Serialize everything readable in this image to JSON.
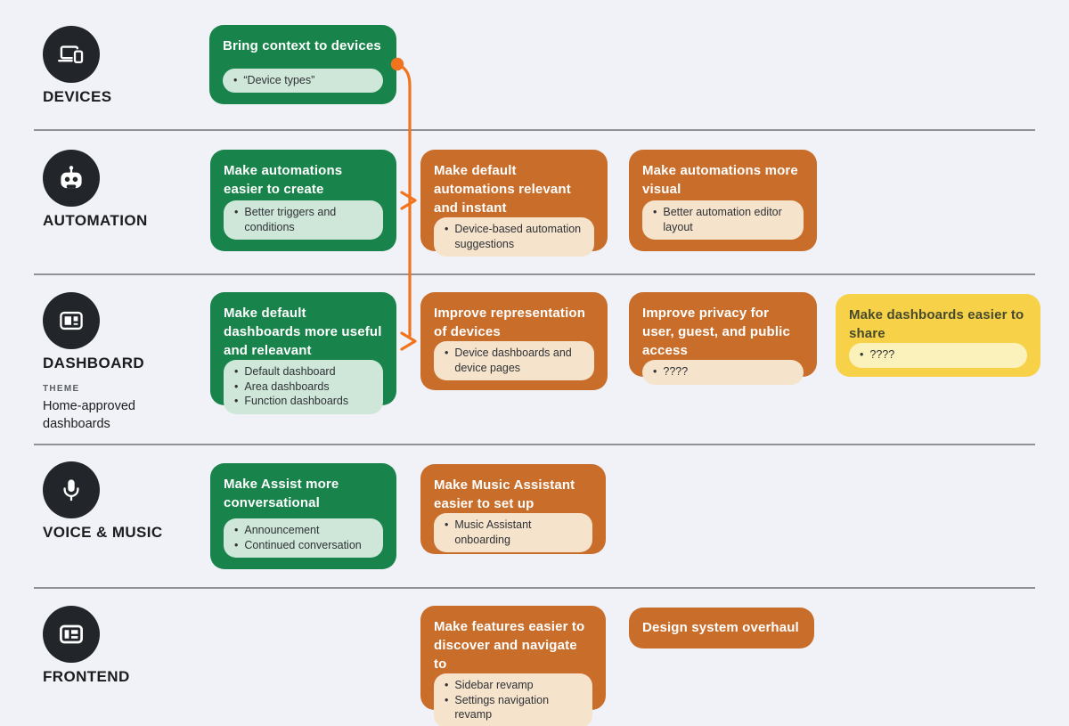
{
  "colors": {
    "bg": "#f0f2f7",
    "green": "#18834a",
    "greenPill": "#cfe7d9",
    "orange": "#c96d2a",
    "orangePill": "#f5e3cb",
    "yellow": "#f7d147",
    "yellowPill": "#fbf2bb",
    "yellowTitle": "#474a2c",
    "connector": "#f2731d",
    "circle": "#22262a",
    "label": "#1a1c1e",
    "themeLabel": "#5c6064",
    "separator": "#8e9196",
    "pillText": "#2f3136"
  },
  "rows": [
    {
      "id": "devices",
      "label": "DEVICES",
      "icon": "devices-icon",
      "cards": [
        {
          "variant": "green",
          "title": "Bring context to devices",
          "bullets": [
            "“Device types”"
          ]
        }
      ]
    },
    {
      "id": "automation",
      "label": "AUTOMATION",
      "icon": "robot-icon",
      "cards": [
        {
          "variant": "green",
          "title": "Make automations easier to create",
          "bullets": [
            "Better triggers and conditions"
          ]
        },
        {
          "variant": "orange",
          "title": "Make default automations relevant and instant",
          "bullets": [
            "Device-based automation suggestions"
          ]
        },
        {
          "variant": "orange",
          "title": "Make automations more visual",
          "bullets": [
            "Better automation editor layout"
          ]
        }
      ]
    },
    {
      "id": "dashboard",
      "label": "DASHBOARD",
      "icon": "dashboard-icon",
      "theme_label": "THEME",
      "theme_name": "Home-approved dashboards",
      "cards": [
        {
          "variant": "green",
          "title": "Make default dashboards more useful and releavant",
          "bullets": [
            "Default dashboard",
            "Area dashboards",
            "Function dashboards"
          ]
        },
        {
          "variant": "orange",
          "title": "Improve representation of devices",
          "bullets": [
            "Device dashboards and device pages"
          ]
        },
        {
          "variant": "orange",
          "title": "Improve privacy for user, guest, and public access",
          "bullets": [
            "????"
          ]
        },
        {
          "variant": "yellow",
          "title": "Make dashboards easier to share",
          "bullets": [
            "????"
          ]
        }
      ]
    },
    {
      "id": "voice-music",
      "label": "VOICE & MUSIC",
      "icon": "microphone-icon",
      "cards": [
        {
          "variant": "green",
          "title": "Make Assist more conversational",
          "bullets": [
            "Announcement",
            "Continued conversation"
          ]
        },
        {
          "variant": "orange",
          "title": "Make Music Assistant easier to set up",
          "bullets": [
            "Music Assistant onboarding"
          ]
        }
      ]
    },
    {
      "id": "frontend",
      "label": "FRONTEND",
      "icon": "frontend-icon",
      "cards": [
        {
          "variant": "orange",
          "title": "Make features easier to discover and navigate to",
          "bullets": [
            "Sidebar revamp",
            "Settings navigation revamp"
          ]
        },
        {
          "variant": "orange",
          "title": "Design system overhaul",
          "bullets": []
        }
      ]
    }
  ]
}
